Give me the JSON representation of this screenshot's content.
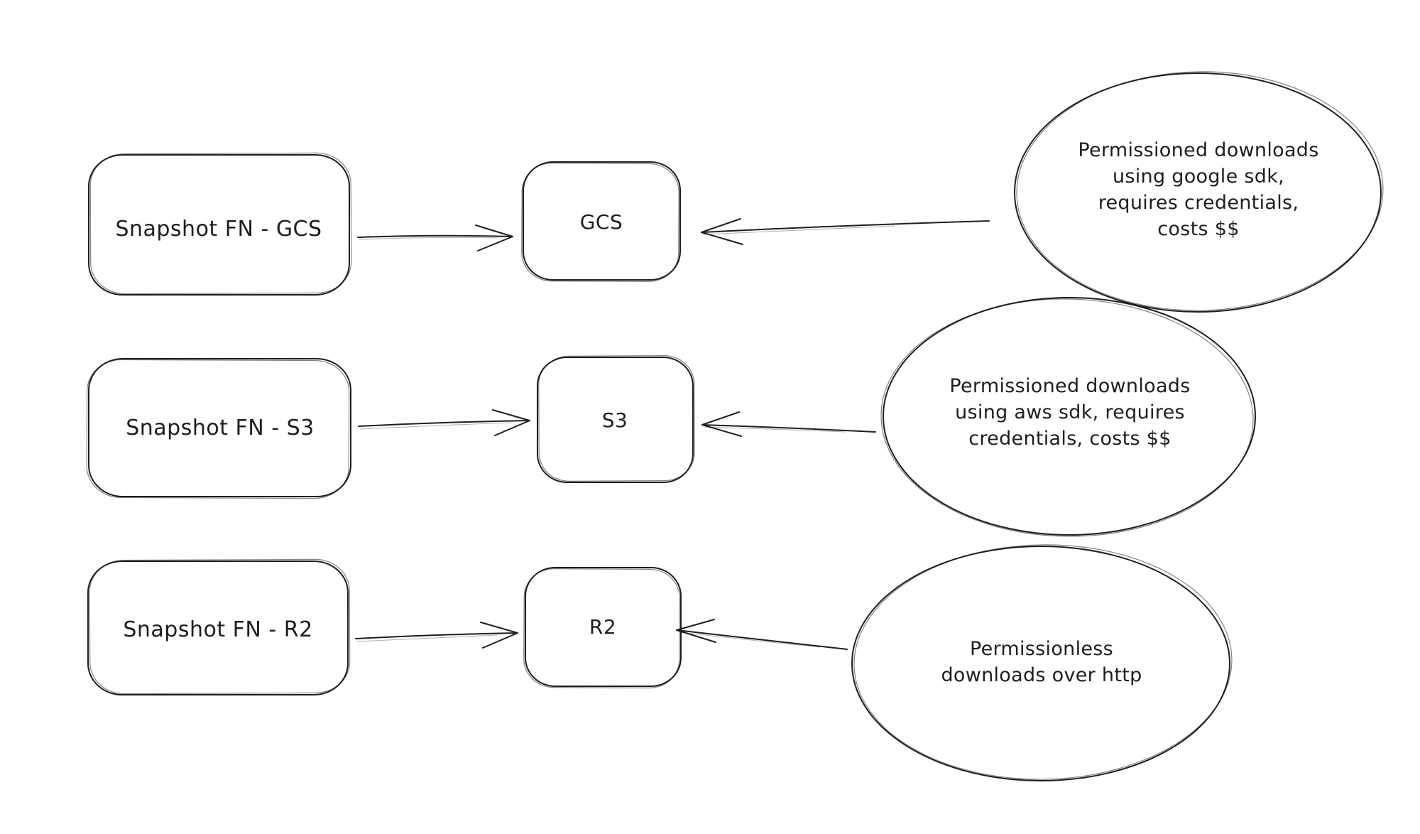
{
  "diagram": {
    "background_color": "#ffffff",
    "stroke_color": "#1e1e1e",
    "style": "hand-drawn sketch",
    "rows": [
      {
        "source": {
          "label": "Snapshot FN - GCS",
          "shape": "rounded-rectangle"
        },
        "target": {
          "label": "GCS",
          "shape": "rounded-rectangle"
        },
        "note": {
          "shape": "ellipse",
          "lines": [
            "Permissioned downloads",
            "using google sdk,",
            "requires credentials,",
            "costs $$"
          ]
        },
        "edges": [
          {
            "from": "source",
            "to": "target",
            "type": "arrow"
          },
          {
            "from": "note",
            "to": "target",
            "type": "arrow"
          }
        ]
      },
      {
        "source": {
          "label": "Snapshot FN - S3",
          "shape": "rounded-rectangle"
        },
        "target": {
          "label": "S3",
          "shape": "rounded-rectangle"
        },
        "note": {
          "shape": "ellipse",
          "lines": [
            "Permissioned downloads",
            "using aws sdk, requires",
            "credentials, costs $$"
          ]
        },
        "edges": [
          {
            "from": "source",
            "to": "target",
            "type": "arrow"
          },
          {
            "from": "note",
            "to": "target",
            "type": "arrow"
          }
        ]
      },
      {
        "source": {
          "label": "Snapshot FN - R2",
          "shape": "rounded-rectangle"
        },
        "target": {
          "label": "R2",
          "shape": "rounded-rectangle"
        },
        "note": {
          "shape": "ellipse",
          "lines": [
            "Permissionless",
            "downloads over http"
          ]
        },
        "edges": [
          {
            "from": "source",
            "to": "target",
            "type": "arrow"
          },
          {
            "from": "note",
            "to": "target",
            "type": "arrow"
          }
        ]
      }
    ]
  }
}
